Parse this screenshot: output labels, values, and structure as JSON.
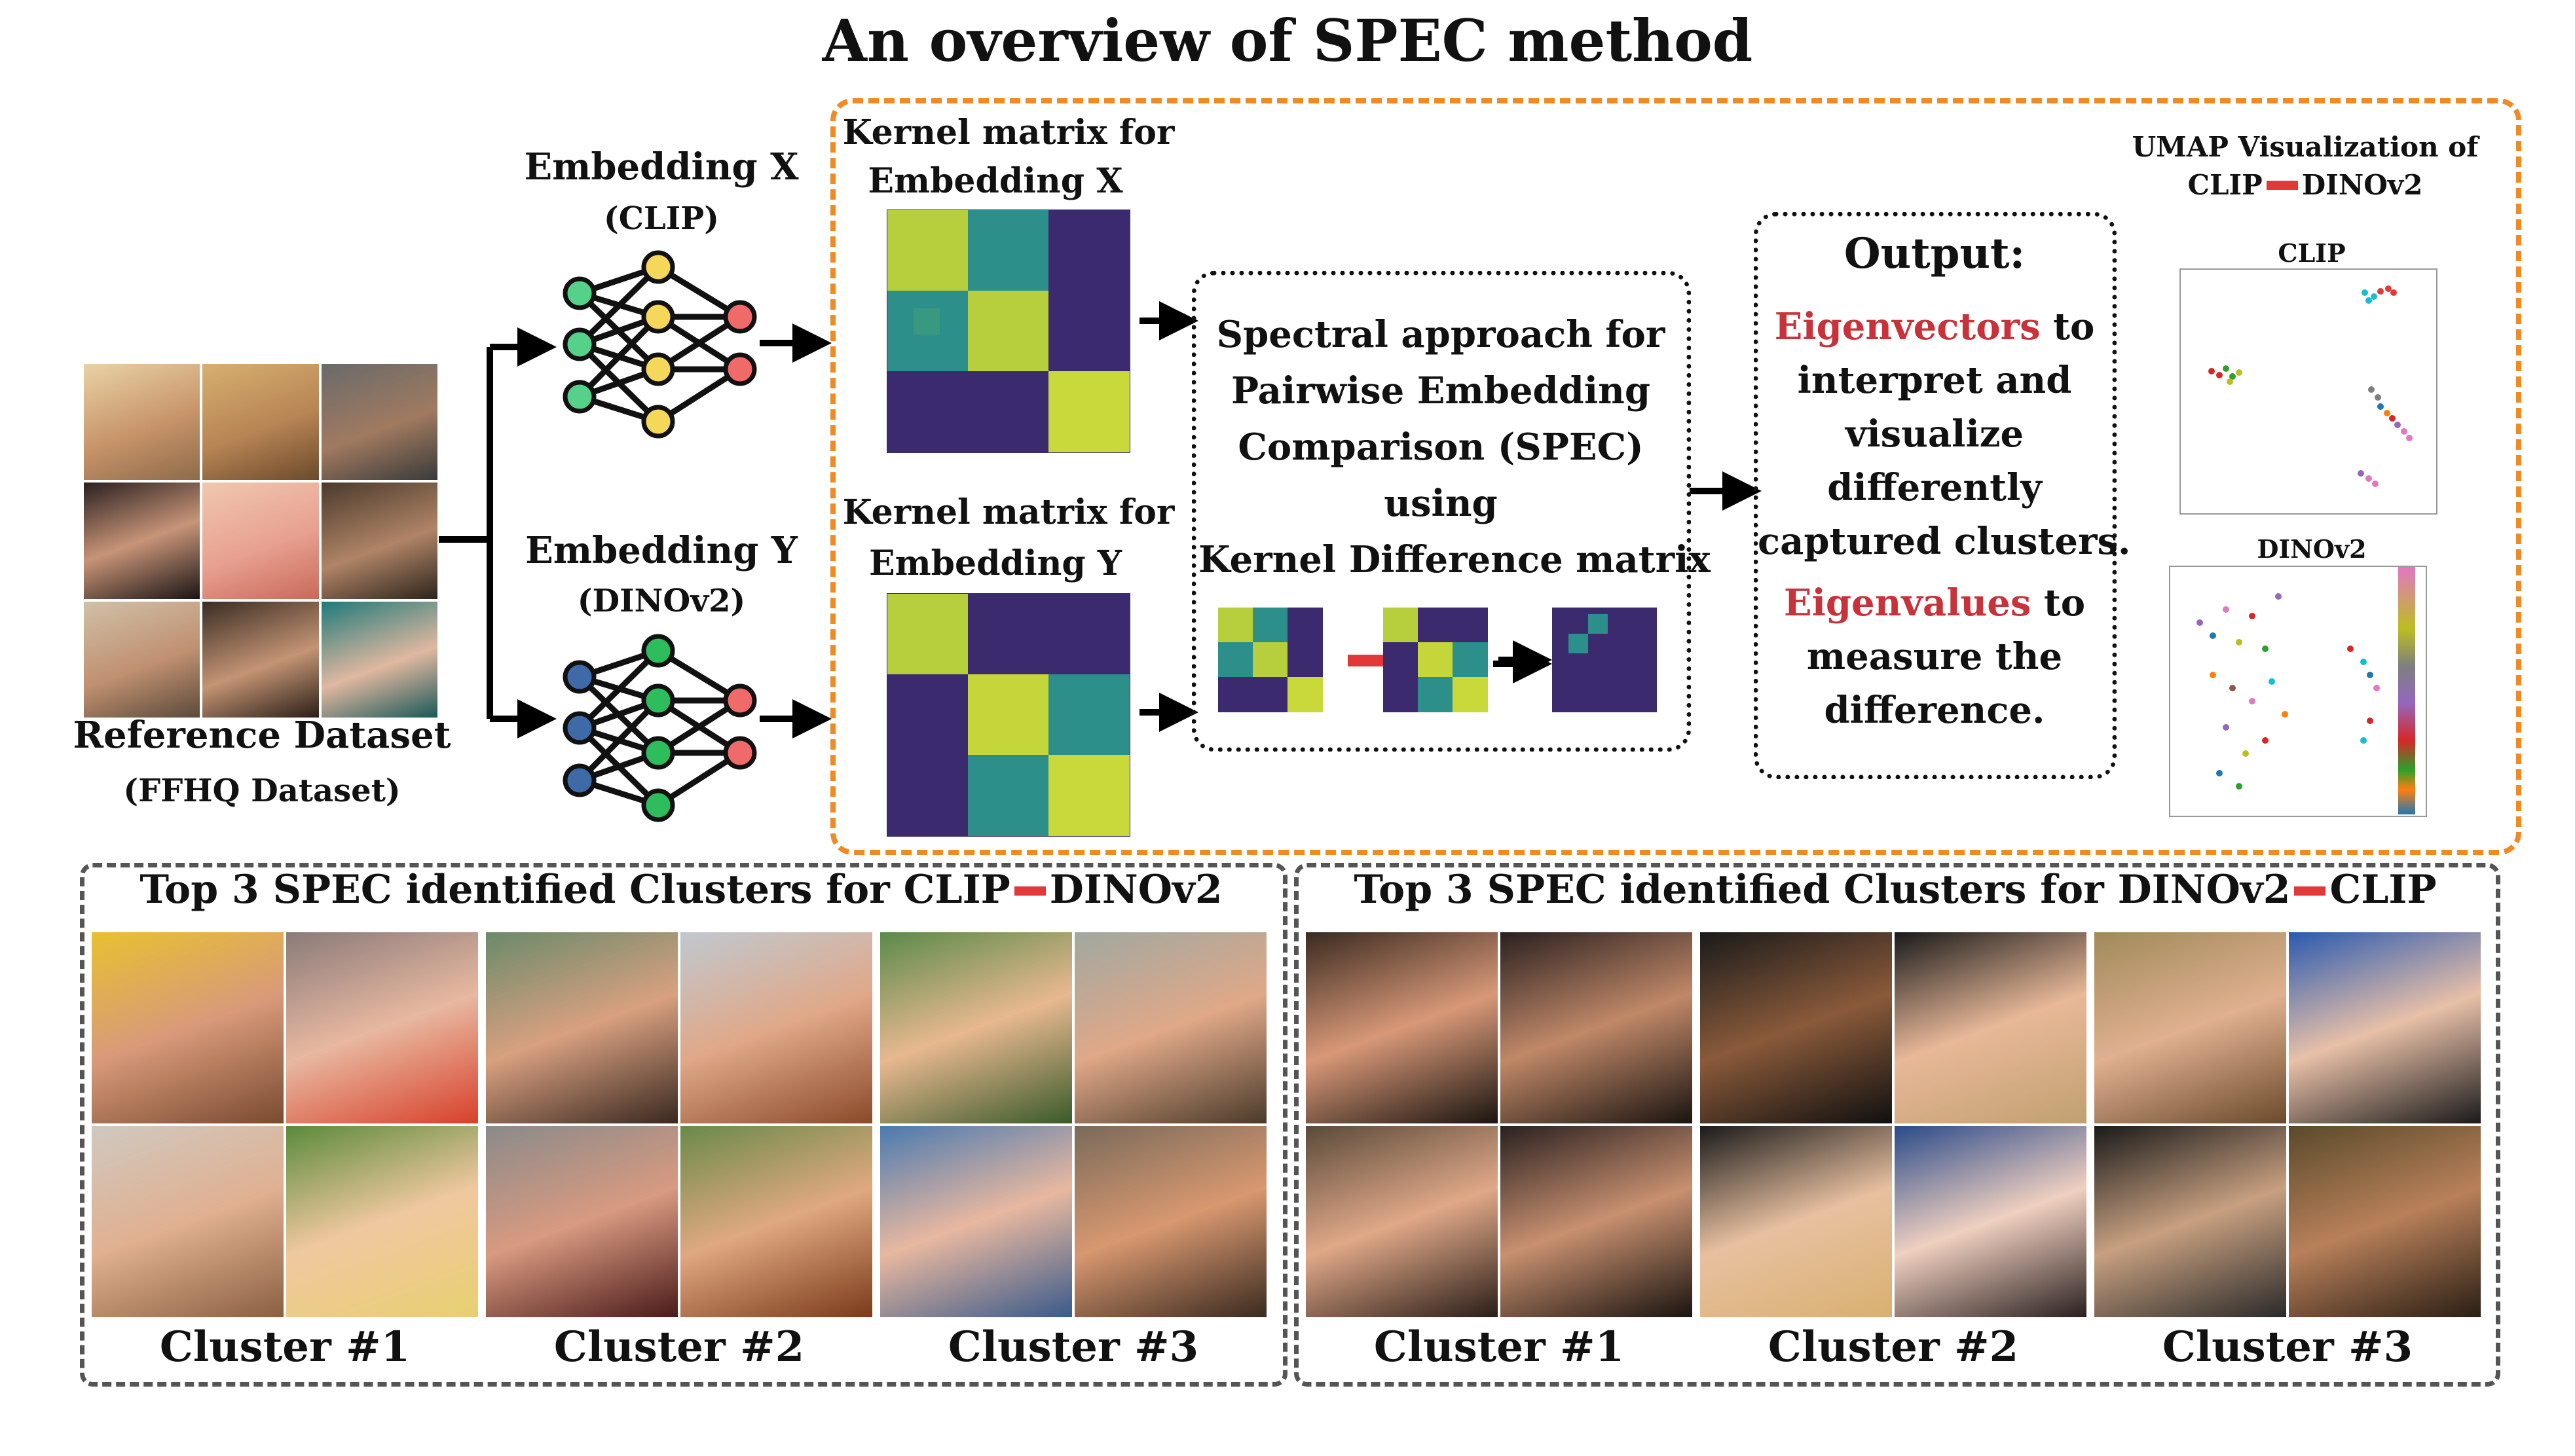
{
  "title": "An overview of SPEC method",
  "reference": {
    "label": "Reference Dataset",
    "sublabel": "(FFHQ Dataset)"
  },
  "embedding_x": {
    "label": "Embedding X",
    "model": "(CLIP)"
  },
  "embedding_y": {
    "label": "Embedding Y",
    "model": "(DINOv2)"
  },
  "kernel_x": {
    "line1": "Kernel matrix for",
    "line2": "Embedding X"
  },
  "kernel_y": {
    "line1": "Kernel matrix for",
    "line2": "Embedding Y"
  },
  "spectral": {
    "lines": [
      "Spectral approach for",
      "Pairwise Embedding",
      "Comparison (SPEC)",
      "using",
      "Kernel Difference matrix"
    ]
  },
  "output": {
    "heading": "Output:",
    "eigvec_word": "Eigenvectors",
    "eigvec_rest1": " to",
    "eigvec_lines": [
      "interpret and",
      "visualize",
      "differently",
      "captured clusters."
    ],
    "eigval_word": "Eigenvalues",
    "eigval_rest1": " to",
    "eigval_lines": [
      "measure the",
      "difference."
    ]
  },
  "umap": {
    "title_line1": "UMAP Visualization of",
    "title_line2_a": "CLIP",
    "title_line2_b": "DINOv2",
    "plot1_title": "CLIP",
    "plot2_title": "DINOv2"
  },
  "bottom_left": {
    "title_a": "Top 3 SPEC identified Clusters for CLIP",
    "title_b": "DINOv2",
    "clusters": [
      "Cluster #1",
      "Cluster #2",
      "Cluster #3"
    ]
  },
  "bottom_right": {
    "title_a": "Top 3 SPEC identified Clusters for DINOv2",
    "title_b": "CLIP",
    "clusters": [
      "Cluster #1",
      "Cluster #2",
      "Cluster #3"
    ]
  },
  "colors": {
    "orange_border": "#f08a22",
    "red_text": "#c8323a",
    "kernel_dark": "#3b2a6e",
    "kernel_bright": "#c9d93a",
    "kernel_mid": "#2d8f8a",
    "node_green": "#55d18a",
    "node_yellow": "#f5d75a",
    "node_red": "#f06a6a",
    "node_blue": "#3e6aa8",
    "node_dgreen": "#2ebd5c"
  }
}
